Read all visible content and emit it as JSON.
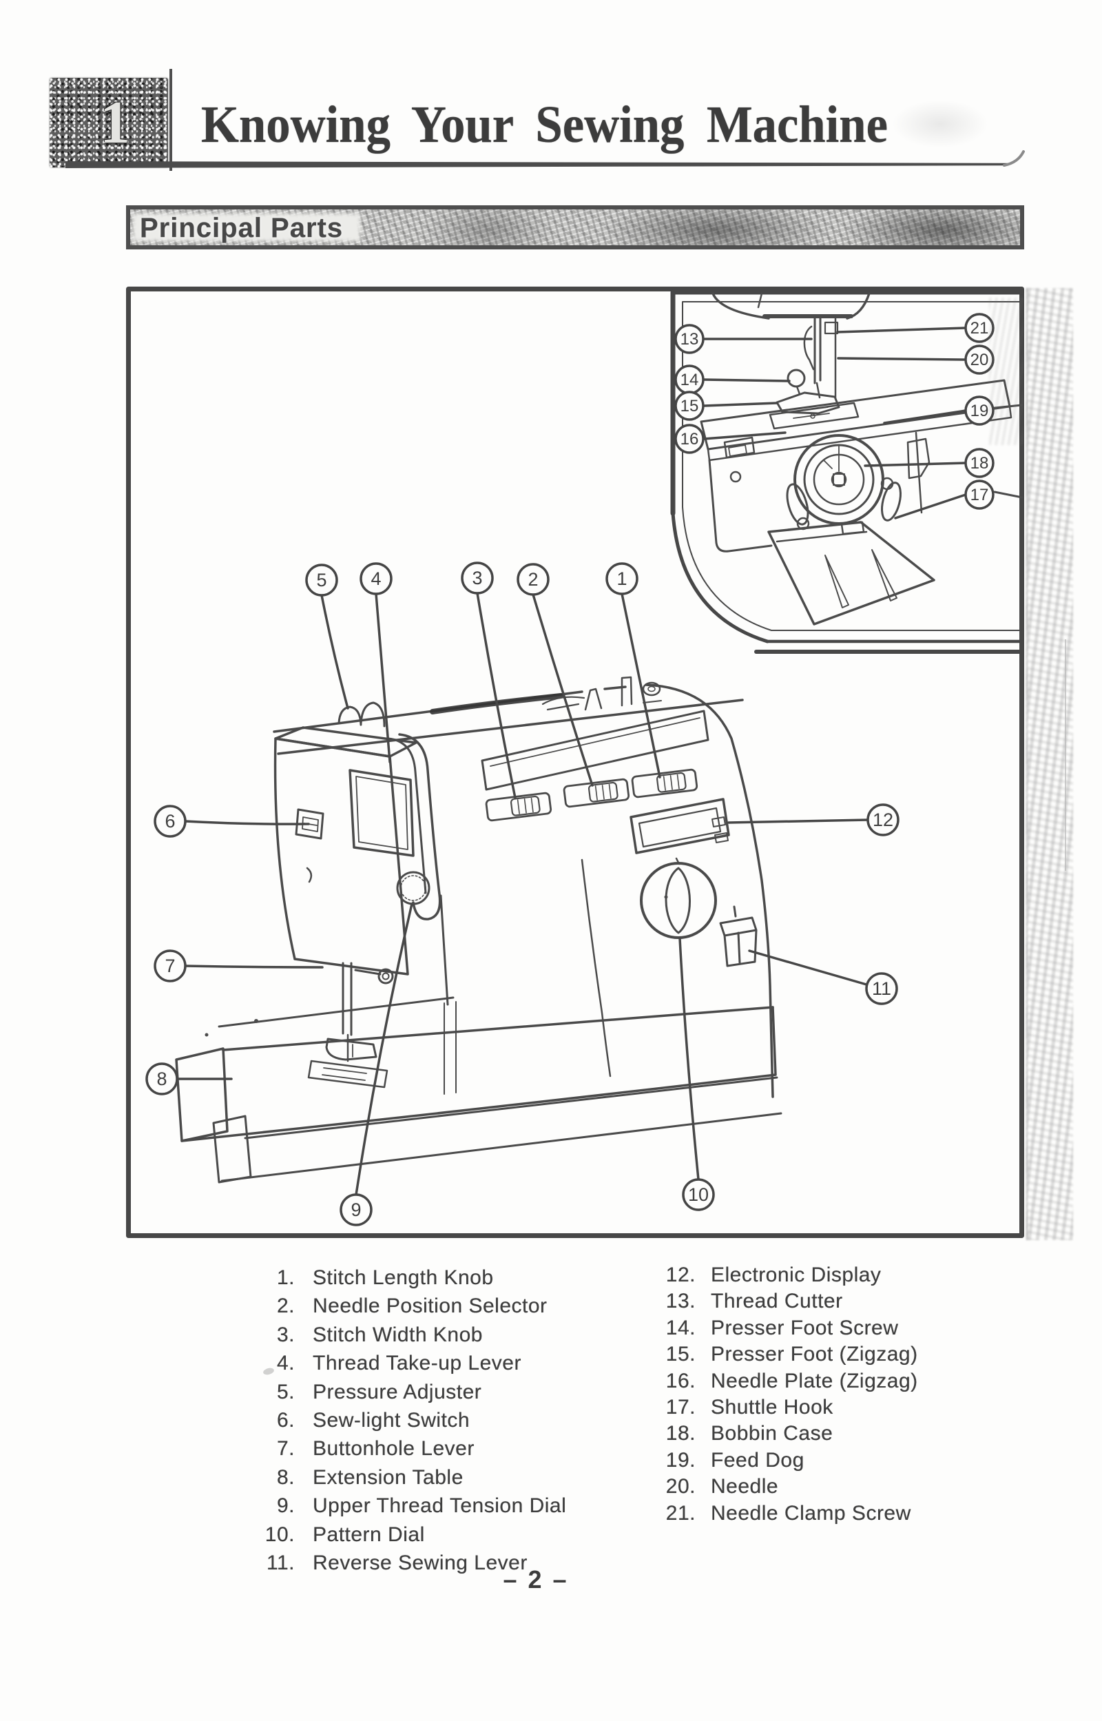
{
  "page": {
    "title": "Knowing Your Sewing Machine",
    "chapter_number": "1",
    "section_banner": "Principal Parts",
    "page_number": "– 2 –"
  },
  "diagram": {
    "callout_labels": [
      "1",
      "2",
      "3",
      "4",
      "5",
      "6",
      "7",
      "8",
      "9",
      "10",
      "11",
      "12",
      "13",
      "14",
      "15",
      "16",
      "17",
      "18",
      "19",
      "20",
      "21"
    ]
  },
  "parts_list": {
    "left": [
      {
        "num": "1.",
        "label": "Stitch Length Knob"
      },
      {
        "num": "2.",
        "label": "Needle Position Selector"
      },
      {
        "num": "3.",
        "label": "Stitch Width Knob"
      },
      {
        "num": "4.",
        "label": "Thread Take-up Lever"
      },
      {
        "num": "5.",
        "label": "Pressure Adjuster"
      },
      {
        "num": "6.",
        "label": "Sew-light Switch"
      },
      {
        "num": "7.",
        "label": "Buttonhole Lever"
      },
      {
        "num": "8.",
        "label": "Extension Table"
      },
      {
        "num": "9.",
        "label": "Upper Thread Tension Dial"
      },
      {
        "num": "10.",
        "label": "Pattern Dial"
      },
      {
        "num": "11.",
        "label": "Reverse Sewing Lever"
      }
    ],
    "right": [
      {
        "num": "12.",
        "label": "Electronic Display"
      },
      {
        "num": "13.",
        "label": "Thread Cutter"
      },
      {
        "num": "14.",
        "label": "Presser Foot Screw"
      },
      {
        "num": "15.",
        "label": "Presser Foot (Zigzag)"
      },
      {
        "num": "16.",
        "label": "Needle Plate (Zigzag)"
      },
      {
        "num": "17.",
        "label": "Shuttle Hook"
      },
      {
        "num": "18.",
        "label": "Bobbin Case"
      },
      {
        "num": "19.",
        "label": "Feed Dog"
      },
      {
        "num": "20.",
        "label": "Needle"
      },
      {
        "num": "21.",
        "label": "Needle Clamp Screw"
      }
    ]
  }
}
